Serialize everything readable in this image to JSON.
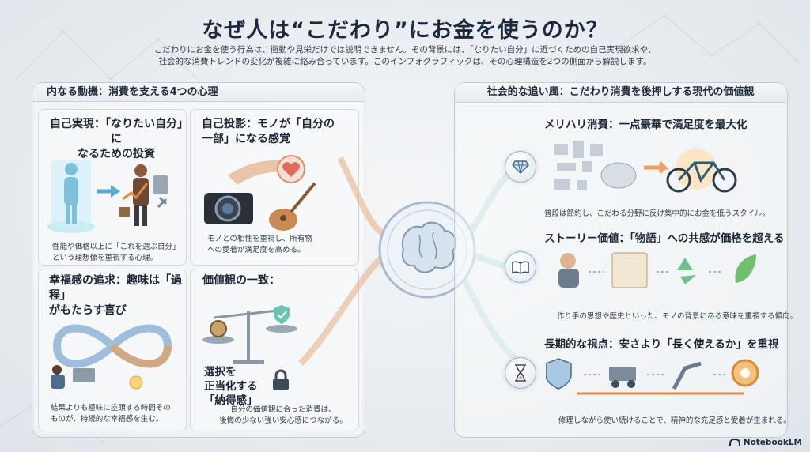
{
  "title": "なぜ人は“こだわり”にお金を使うのか？",
  "subtitle": "こだわりにお金を使う行為は、衝動や見栄だけでは説明できません。その背景には、「なりたい自分」に近づくための自己実現欲求や、社会的な消費トレンドの変化が複雑に絡み合っています。このインフォグラフィックは、その心理構造を2つの側面から解説します。",
  "left_panel": {
    "heading": "内なる動機：消費を支える4つの心理",
    "cells": [
      {
        "title": "自己実現：「なりたい自分」に\nなるための投資",
        "text": "性能や価格以上に「これを選ぶ自分」\nという理想像を重視する心理。"
      },
      {
        "title": "自己投影：モノが「自分の\n一部」になる感覚",
        "text": "モノとの相性を重視し、所有物\nへの愛着が満足度を高める。"
      },
      {
        "title": "幸福感の追求：趣味は「過程」\nがもたらす喜び",
        "text": "結果よりも極味に塗頭する時間その\nものが、持続的な幸福感を生む。"
      },
      {
        "title": "価値観の一致：",
        "subtitle": "選択を\n正当化する\n「納得感」",
        "text": "自分の価値観に合った消費は、\n後悔の少ない強い安心感につながる。"
      }
    ]
  },
  "right_panel": {
    "heading": "社会的な追い風：こだわり消費を後押しする現代の価値観",
    "rows": [
      {
        "title": "メリハリ消費：一点豪華で満足度を最大化",
        "text": "普段は節約し、こだわる分野に反け集中的にお金を低うスタイル。",
        "icon": "diamond-icon"
      },
      {
        "title": "ストーリー価値：「物語」への共感が価格を超える",
        "text": "作り手の思想や歴史といった、モノの背景にある意味を重視する傾向。",
        "icon": "book-icon"
      },
      {
        "title": "長期的な視点：安さより「長く使えるか」を重視",
        "text": "修理しながら使い続けることで、精神的な充足感と愛着が生まれる。",
        "icon": "hourglass-icon"
      }
    ]
  },
  "brand": "NotebookLM",
  "colors": {
    "accent_orange": "#e7873f",
    "accent_blue": "#4b8fc4",
    "accent_teal": "#5ab0a8",
    "ink": "#1d2a3d"
  }
}
